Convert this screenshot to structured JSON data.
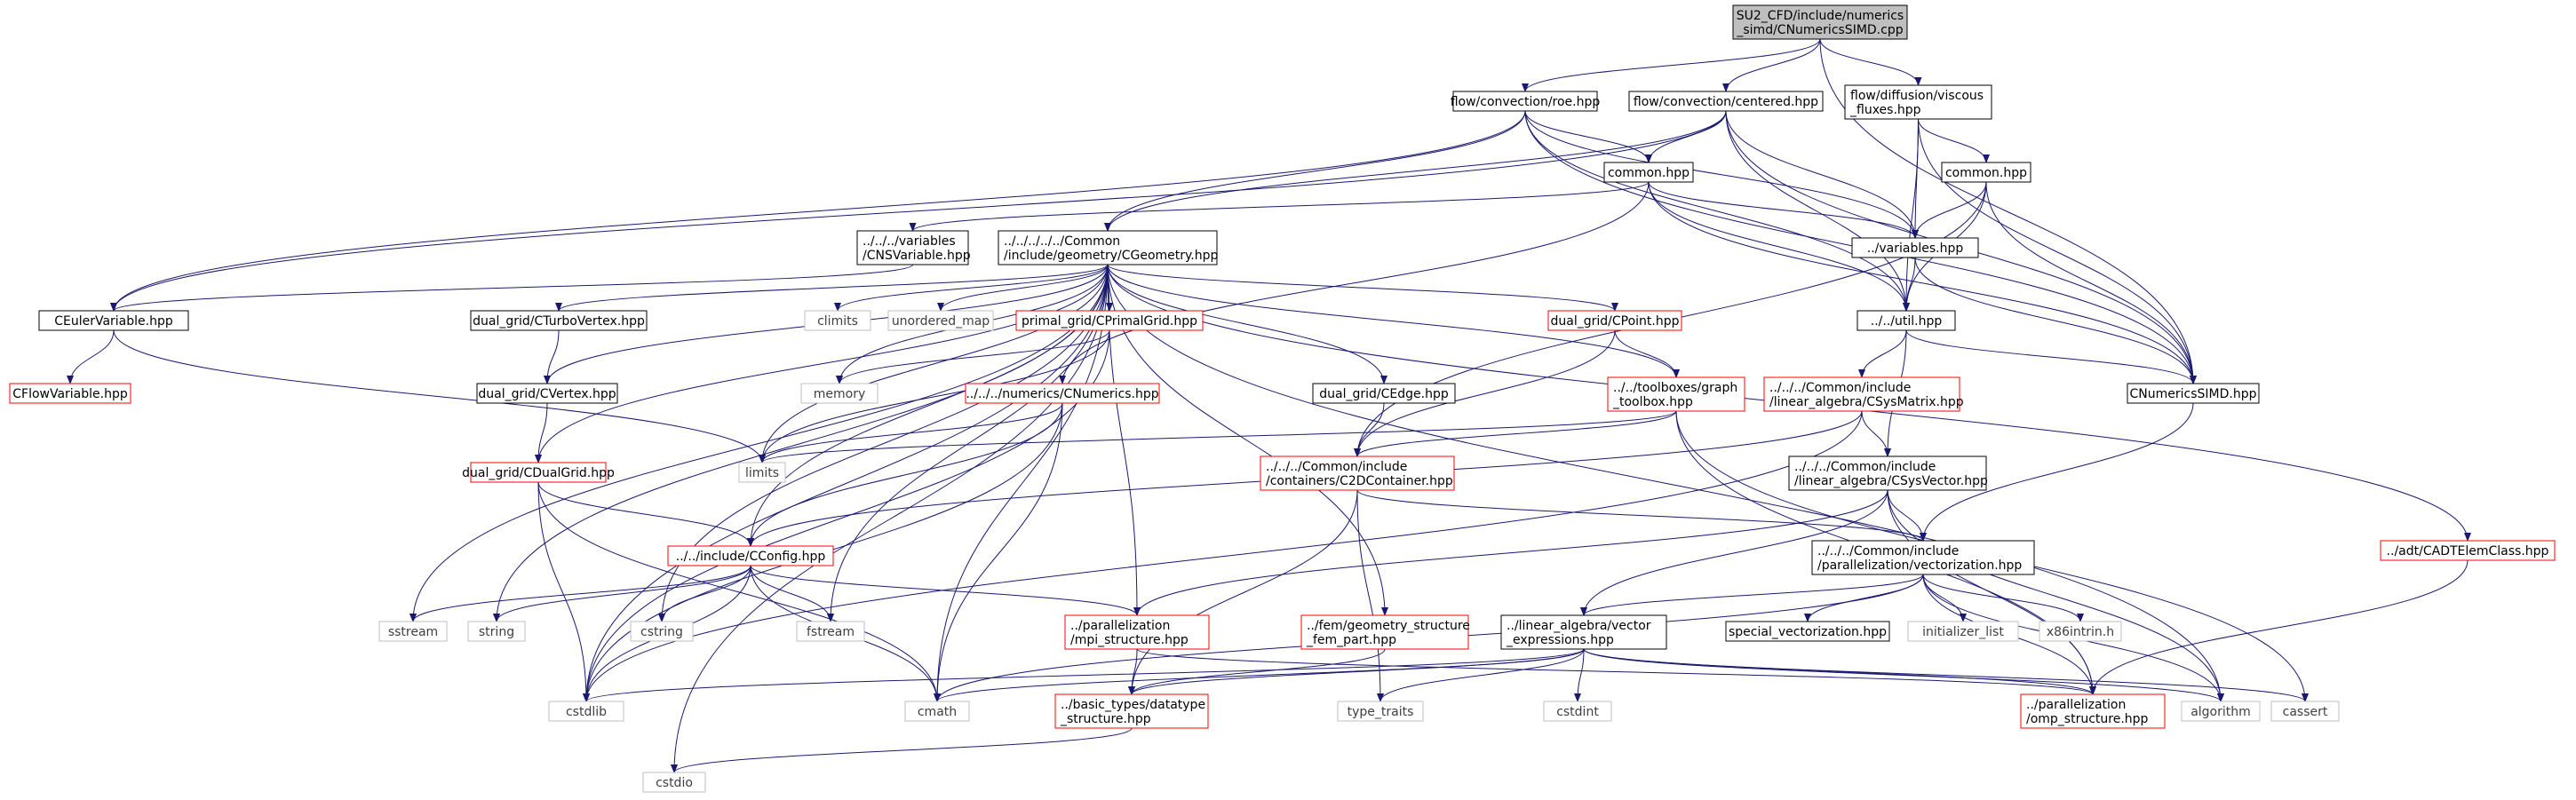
{
  "title": "SU2_CFD/include/numerics_simd/CNumericsSIMD.cpp",
  "colors": {
    "root_fill": "#bfbfbf",
    "node_border": "#000000",
    "missing_border": "#ff0000",
    "external_border": "#bfbfbf",
    "external_text": "#3f3f3f",
    "edge": "#191970"
  },
  "nodes": {
    "root": [
      "SU2_CFD/include/numerics",
      "_simd/CNumericsSIMD.cpp"
    ],
    "roe": [
      "flow/convection/roe.hpp"
    ],
    "centered": [
      "flow/convection/centered.hpp"
    ],
    "viscous": [
      "flow/diffusion/viscous",
      "_fluxes.hpp"
    ],
    "common1": [
      "common.hpp"
    ],
    "common2": [
      "common.hpp"
    ],
    "cnsvar": [
      "../../../variables",
      "/CNSVariable.hpp"
    ],
    "cgeometry": [
      "../../../../../Common",
      "/include/geometry/CGeometry.hpp"
    ],
    "variables": [
      "../variables.hpp"
    ],
    "util": [
      "../../util.hpp"
    ],
    "ceulervar": [
      "CEulerVariable.hpp"
    ],
    "cflowvar": [
      "CFlowVariable.hpp"
    ],
    "cturbovertex": [
      "dual_grid/CTurboVertex.hpp"
    ],
    "climits": [
      "climits"
    ],
    "unordered_map": [
      "unordered_map"
    ],
    "cprimalgrid": [
      "primal_grid/CPrimalGrid.hpp"
    ],
    "cpoint": [
      "dual_grid/CPoint.hpp"
    ],
    "cnumericssimd": [
      "CNumericsSIMD.hpp"
    ],
    "cvertex": [
      "dual_grid/CVertex.hpp"
    ],
    "memory": [
      "memory"
    ],
    "cnumerics": [
      "../../../numerics/CNumerics.hpp"
    ],
    "cedge": [
      "dual_grid/CEdge.hpp"
    ],
    "graphtoolbox": [
      "../../toolboxes/graph",
      "_toolbox.hpp"
    ],
    "csysmatrix": [
      "../../../Common/include",
      "/linear_algebra/CSysMatrix.hpp"
    ],
    "limits": [
      "limits"
    ],
    "cdualgrid": [
      "dual_grid/CDualGrid.hpp"
    ],
    "c2dcontainer": [
      "../../../Common/include",
      "/containers/C2DContainer.hpp"
    ],
    "csysvector": [
      "../../../Common/include",
      "/linear_algebra/CSysVector.hpp"
    ],
    "cconfig": [
      "../../include/CConfig.hpp"
    ],
    "vectorization": [
      "../../../Common/include",
      "/parallelization/vectorization.hpp"
    ],
    "cadtelem": [
      "../adt/CADTElemClass.hpp"
    ],
    "sstream": [
      "sstream"
    ],
    "string": [
      "string"
    ],
    "cstring": [
      "cstring"
    ],
    "fstream": [
      "fstream"
    ],
    "mpistruct": [
      "../parallelization",
      "/mpi_structure.hpp"
    ],
    "femgeom": [
      "../fem/geometry_structure",
      "_fem_part.hpp"
    ],
    "vecexpr": [
      "../linear_algebra/vector",
      "_expressions.hpp"
    ],
    "specialvec": [
      "special_vectorization.hpp"
    ],
    "initlist": [
      "initializer_list"
    ],
    "x86intrin": [
      "x86intrin.h"
    ],
    "cstdlib": [
      "cstdlib"
    ],
    "cmath": [
      "cmath"
    ],
    "datatype": [
      "../basic_types/datatype",
      "_structure.hpp"
    ],
    "typetraits": [
      "type_traits"
    ],
    "cstdint": [
      "cstdint"
    ],
    "ompstruct": [
      "../parallelization",
      "/omp_structure.hpp"
    ],
    "algorithm": [
      "algorithm"
    ],
    "cassert": [
      "cassert"
    ],
    "cstdio": [
      "cstdio"
    ]
  }
}
